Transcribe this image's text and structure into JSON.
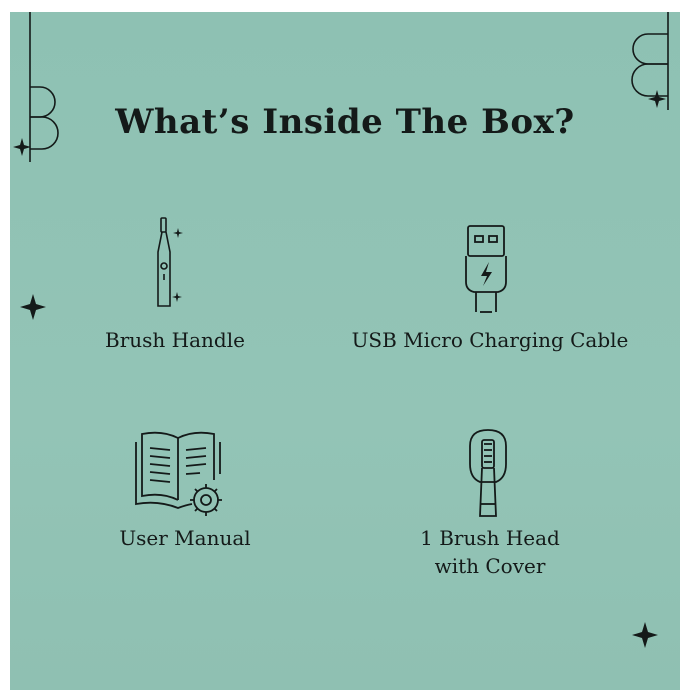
{
  "title": "What’s Inside The Box?",
  "items": [
    {
      "label": "Brush Handle",
      "icon": "electric-toothbrush-icon"
    },
    {
      "label": "USB Micro Charging Cable",
      "icon": "usb-cable-icon"
    },
    {
      "label": "User Manual",
      "icon": "manual-book-icon"
    },
    {
      "label": "1 Brush Head",
      "label2": "with Cover",
      "icon": "brush-head-icon"
    }
  ],
  "colors": {
    "background": "#8ec1b3",
    "ink": "#141a19"
  }
}
